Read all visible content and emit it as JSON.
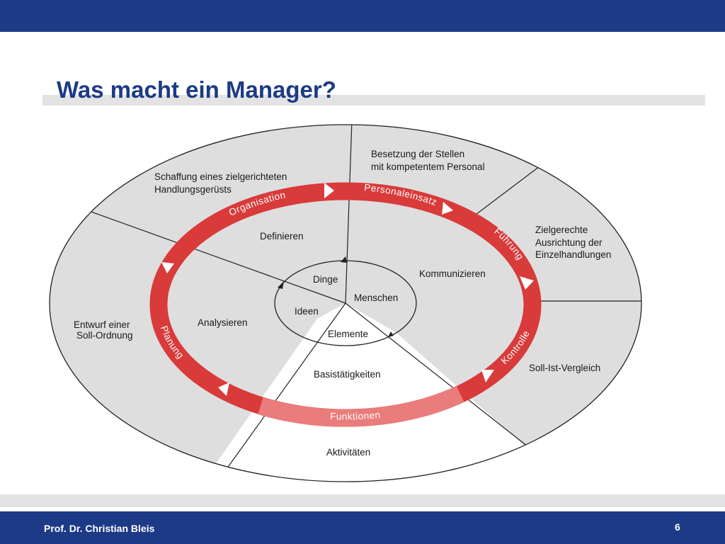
{
  "slide": {
    "title": "Was macht ein Manager?",
    "author": "Prof. Dr. Christian Bleis",
    "page_number": "6"
  },
  "colors": {
    "brand_blue": "#1d3a87",
    "ring_red": "#d93a3a",
    "ring_red_light": "#ea7c7c",
    "sector_gray": "#dedede"
  },
  "diagram": {
    "outer_labels": {
      "organisation": [
        "Schaffung eines zielgerichteten",
        "Handlungsgerüsts"
      ],
      "personaleinsatz": [
        "Besetzung der Stellen",
        "mit kompetentem Personal"
      ],
      "fuehrung": [
        "Zielgerechte",
        "Ausrichtung der",
        "Einzelhandlungen"
      ],
      "kontrolle": "Soll-Ist-Vergleich",
      "planung": [
        "Entwurf einer",
        "Soll-Ordnung"
      ],
      "aktivitaeten": "Aktivitäten"
    },
    "ring_labels": {
      "organisation": "Organisation",
      "personaleinsatz": "Personaleinsatz",
      "fuehrung": "Führung",
      "kontrolle": "Kontrolle",
      "planung": "Planung",
      "funktionen": "Funktionen"
    },
    "middle_labels": {
      "definieren": "Definieren",
      "kommunizieren": "Kommunizieren",
      "analysieren": "Analysieren",
      "basistaetigkeiten": "Basistätigkeiten"
    },
    "inner_labels": {
      "dinge": "Dinge",
      "menschen": "Menschen",
      "ideen": "Ideen",
      "elemente": "Elemente"
    }
  }
}
